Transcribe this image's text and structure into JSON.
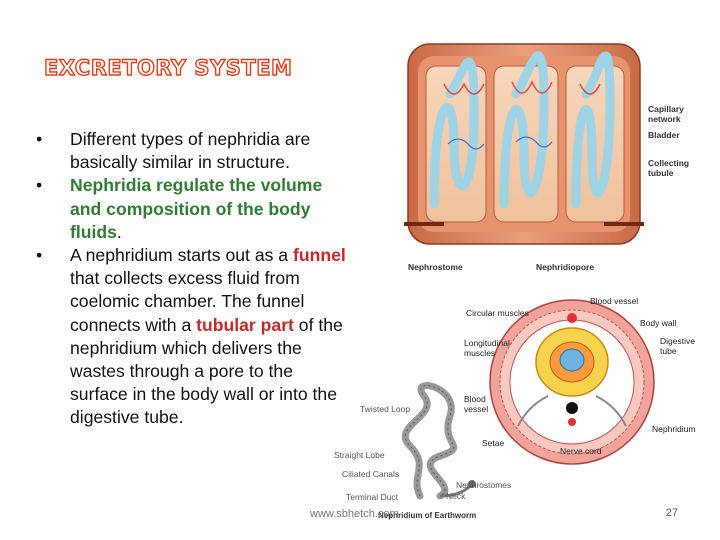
{
  "slide": {
    "title": "EXCRETORY SYSTEM",
    "bullets": [
      {
        "bullet": "•",
        "parts": [
          {
            "text": "Different types of nephridia are basically similar in structure.",
            "style": "plain"
          }
        ]
      },
      {
        "bullet": "•",
        "parts": [
          {
            "text": "Nephridia regulate the volume and composition of the body fluids",
            "style": "green"
          },
          {
            "text": ".",
            "style": "plain"
          }
        ]
      },
      {
        "bullet": "•",
        "parts": [
          {
            "text": "A nephridium starts out as a ",
            "style": "plain"
          },
          {
            "text": "funnel",
            "style": "red"
          },
          {
            "text": " that collects excess fluid from coelomic chamber. The funnel connects with a ",
            "style": "plain"
          },
          {
            "text": "tubular part",
            "style": "red"
          },
          {
            "text": " of the nephridium which delivers the wastes through a pore to the surface in the body wall or into the digestive tube.",
            "style": "plain"
          }
        ]
      }
    ],
    "footer": "www.sbhetch.com",
    "page_number": "27",
    "colors": {
      "title_outline": "#e53c1c",
      "green": "#2e7d32",
      "red": "#c62828"
    }
  },
  "figure_top": {
    "labels": {
      "capillary": "Capillary network",
      "bladder": "Bladder",
      "collecting": "Collecting tubule",
      "nephrostome": "Nephrostome",
      "nephridiopore": "Nephridiopore"
    }
  },
  "figure_cross": {
    "labels": {
      "circular": "Circular muscles",
      "blood_vessel": "Blood vessel",
      "body_wall": "Body wall",
      "longitudinal": "Longitudinal muscles",
      "digestive": "Digestive tube",
      "blood_vessel2": "Blood vessel",
      "nephridium": "Nephridium",
      "setae": "Setae",
      "nerve_cord": "Nerve cord"
    }
  },
  "figure_bottom": {
    "labels": {
      "twisted": "Twisted Loop",
      "straight": "Straight Lobe",
      "ciliated": "Ciliated Canals",
      "terminal": "Terminal Duct",
      "nephrostomes": "Nephrostomes",
      "neck": "Neck",
      "caption": "Nephridium of Earthworm"
    }
  }
}
